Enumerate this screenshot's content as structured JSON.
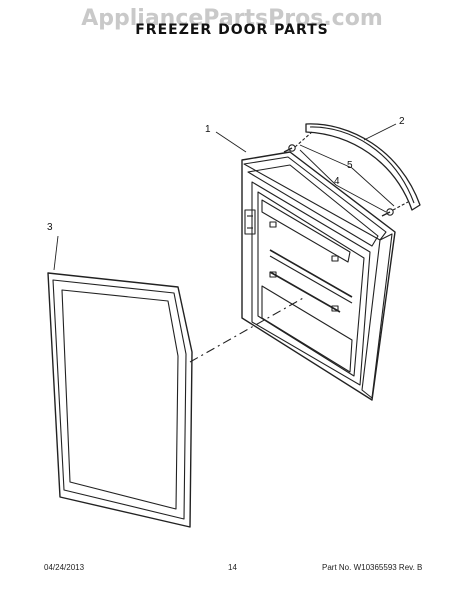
{
  "watermark": "AppliancePartsPros.com",
  "title": "FREEZER DOOR PARTS",
  "callouts": [
    "1",
    "2",
    "3",
    "4",
    "5"
  ],
  "footer": {
    "date": "04/24/2013",
    "page": "14",
    "part": "Part No. W10365593 Rev. B"
  }
}
